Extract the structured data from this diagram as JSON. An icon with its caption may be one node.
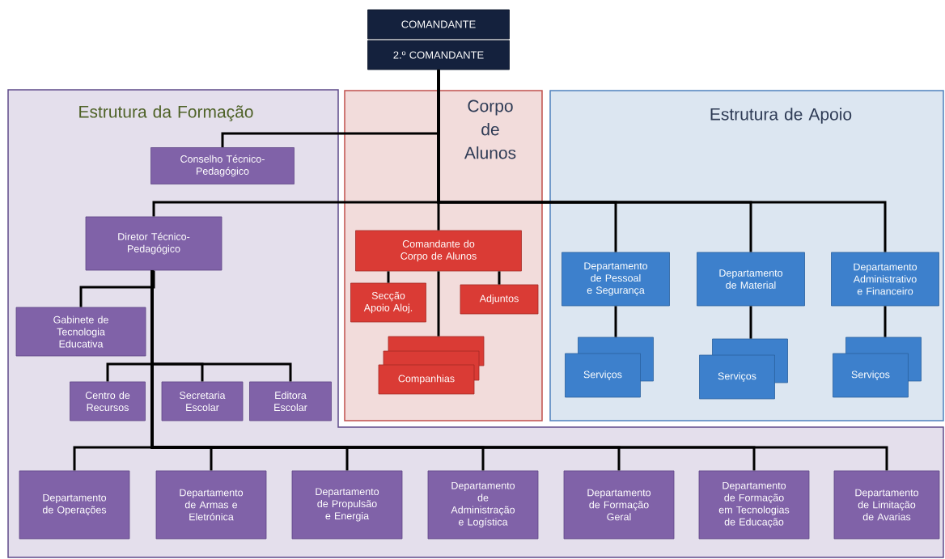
{
  "diagram": {
    "nodes": [
      {
        "text": [
          "COMANDANTE"
        ]
      },
      {
        "text": [
          "2.º COMANDANTE"
        ]
      },
      {
        "text": [
          "Estrutura da Formação"
        ]
      },
      {
        "text": [
          "Corpo de Alunos"
        ]
      },
      {
        "text": [
          "Estrutura de Apoio"
        ]
      },
      {
        "text": [
          "Conselho Técnico-Pedagógico"
        ],
        "in": 2
      },
      {
        "text": [
          "Diretor Técnico-Pedagógico"
        ],
        "in": 2
      },
      {
        "text": [
          "Gabinete de Tecnologia Educativa"
        ],
        "in": 2
      },
      {
        "text": [
          "Centro de Recursos"
        ],
        "in": 2
      },
      {
        "text": [
          "Secretaria Escolar"
        ],
        "in": 2
      },
      {
        "text": [
          "Editora Escolar"
        ],
        "in": 2
      },
      {
        "text": [
          "Departamento de Operações"
        ],
        "in": 2
      },
      {
        "text": [
          "Departamento de Armas e Eletrónica"
        ],
        "in": 2
      },
      {
        "text": [
          "Departamento de Propulsão e Energia"
        ],
        "in": 2
      },
      {
        "text": [
          "Departamento de Administração e Logística"
        ],
        "in": 2
      },
      {
        "text": [
          "Departamento de Formação Geral"
        ],
        "in": 2
      },
      {
        "text": [
          "Departamento de Formação em Tecnologias de Educação"
        ],
        "in": 2
      },
      {
        "text": [
          "Departamento de Limitação de Avarias"
        ],
        "in": 2
      },
      {
        "text": [
          "Comandante do Corpo de Alunos"
        ],
        "in": 3
      },
      {
        "text": [
          "Secção Apoio Aloj."
        ],
        "in": 3
      },
      {
        "text": [
          "Adjuntos"
        ],
        "in": 3
      },
      {
        "text": [
          "Companhias"
        ],
        "in": 3
      },
      {
        "text": [
          "Departamento de Pessoal e Segurança"
        ],
        "in": 4
      },
      {
        "text": [
          "Departamento de Material"
        ],
        "in": 4
      },
      {
        "text": [
          "Departamento Administrativo e Financeiro"
        ],
        "in": 4
      },
      {
        "text": [
          "Serviços"
        ],
        "in": 4
      },
      {
        "text": [
          "Serviços"
        ],
        "in": 4
      },
      {
        "text": [
          "Serviços"
        ],
        "in": 4
      }
    ],
    "edges": [
      {
        "from": 1,
        "to": 5,
        "arrow": "none"
      },
      {
        "from": 1,
        "to": 6,
        "arrow": "none"
      },
      {
        "from": 1,
        "to": 18,
        "arrow": "none"
      },
      {
        "from": 1,
        "to": 22,
        "arrow": "none"
      },
      {
        "from": 1,
        "to": 23,
        "arrow": "none"
      },
      {
        "from": 1,
        "to": 24,
        "arrow": "none"
      },
      {
        "from": 6,
        "to": 7,
        "arrow": "none"
      },
      {
        "from": 6,
        "to": 8,
        "arrow": "none"
      },
      {
        "from": 6,
        "to": 9,
        "arrow": "none"
      },
      {
        "from": 6,
        "to": 10,
        "arrow": "none"
      },
      {
        "from": 6,
        "to": 11,
        "arrow": "none"
      },
      {
        "from": 6,
        "to": 12,
        "arrow": "none"
      },
      {
        "from": 6,
        "to": 13,
        "arrow": "none"
      },
      {
        "from": 6,
        "to": 14,
        "arrow": "none"
      },
      {
        "from": 6,
        "to": 15,
        "arrow": "none"
      },
      {
        "from": 6,
        "to": 16,
        "arrow": "none"
      },
      {
        "from": 6,
        "to": 17,
        "arrow": "none"
      },
      {
        "from": 18,
        "to": 19,
        "arrow": "none"
      },
      {
        "from": 18,
        "to": 20,
        "arrow": "none"
      },
      {
        "from": 18,
        "to": 21,
        "arrow": "none"
      },
      {
        "from": 22,
        "to": 25,
        "arrow": "none"
      },
      {
        "from": 23,
        "to": 26,
        "arrow": "none"
      },
      {
        "from": 24,
        "to": 27,
        "arrow": "none"
      }
    ]
  }
}
